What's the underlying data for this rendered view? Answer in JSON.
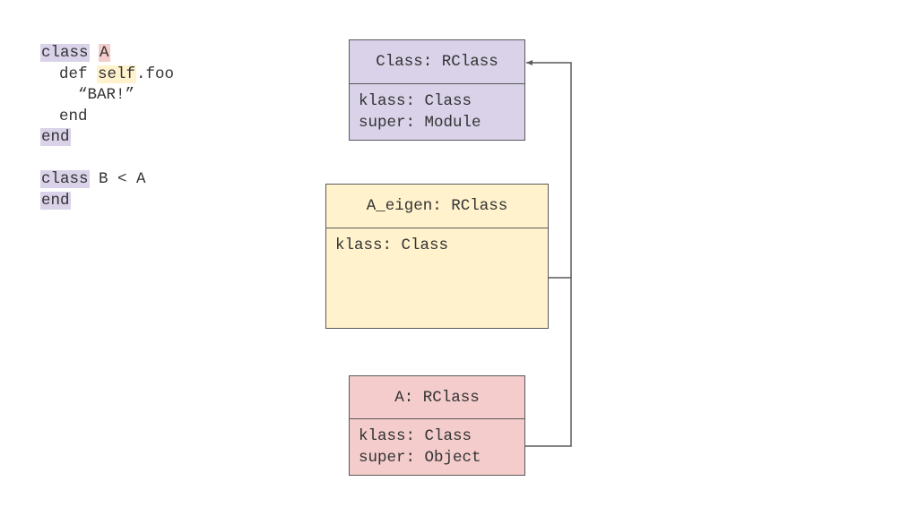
{
  "code": {
    "lines": [
      {
        "tokens": [
          {
            "text": "class",
            "hl": "purple"
          },
          {
            "text": " "
          },
          {
            "text": "A",
            "hl": "pink"
          }
        ]
      },
      {
        "tokens": [
          {
            "text": "  def "
          },
          {
            "text": "self",
            "hl": "yellow"
          },
          {
            "text": ".foo"
          }
        ]
      },
      {
        "tokens": [
          {
            "text": "    “BAR!”"
          }
        ]
      },
      {
        "tokens": [
          {
            "text": "  end"
          }
        ]
      },
      {
        "tokens": [
          {
            "text": "end",
            "hl": "purple"
          }
        ]
      },
      {
        "tokens": [
          {
            "text": ""
          }
        ]
      },
      {
        "tokens": [
          {
            "text": "class",
            "hl": "purple"
          },
          {
            "text": " B < A"
          }
        ]
      },
      {
        "tokens": [
          {
            "text": "end",
            "hl": "purple"
          }
        ]
      }
    ]
  },
  "boxes": {
    "class_rclass": {
      "title": "Class: RClass",
      "body": "klass: Class\nsuper: Module",
      "color": "#d9d2e9"
    },
    "a_eigen": {
      "title": "A_eigen: RClass",
      "body": "klass: Class",
      "color": "#fff2cc"
    },
    "a_rclass": {
      "title": "A: RClass",
      "body": "klass: Class\nsuper: Object",
      "color": "#f4cccc"
    }
  },
  "colors": {
    "purple": "#d9d2e9",
    "pink": "#f4cccc",
    "yellow": "#fff2cc",
    "line": "#595959"
  }
}
